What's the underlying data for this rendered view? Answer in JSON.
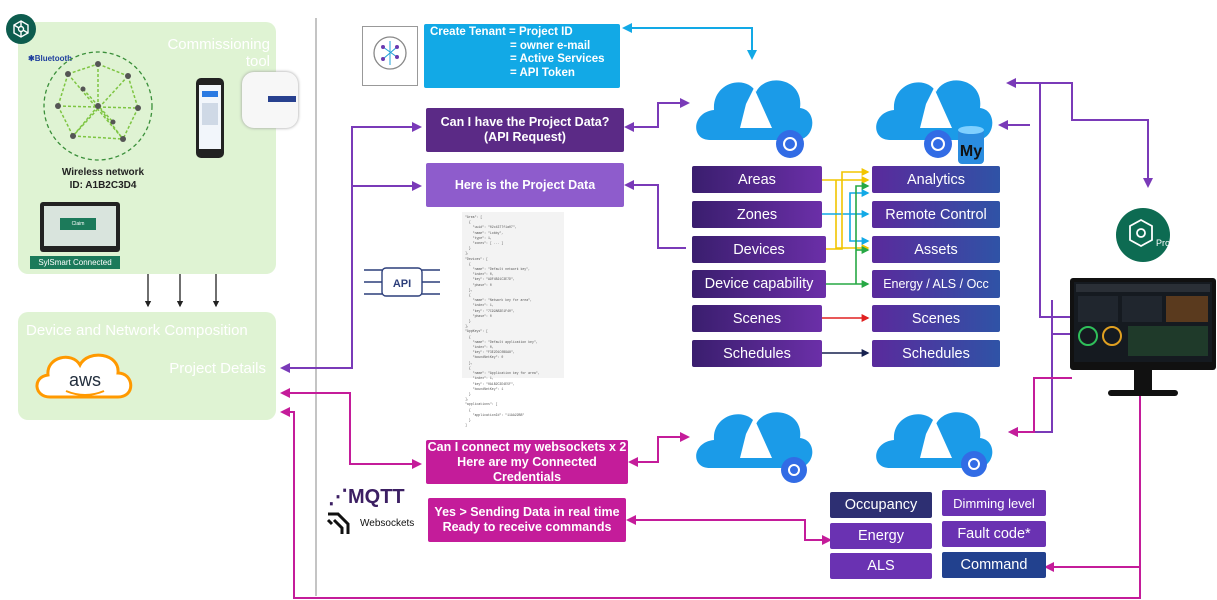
{
  "commissioning": {
    "title_line1": "Commissioning",
    "title_line2": "tool",
    "bluetooth": "Bluetooth",
    "network_line1": "Wireless network",
    "network_line2": "ID: A1B2C3D4",
    "laptop_button": "Claim",
    "connected_label": "SylSmart Connected"
  },
  "composition": {
    "title": "Device and Network Composition",
    "details": "Project Details",
    "aws_label": "aws"
  },
  "tenant": {
    "lines": [
      "Create Tenant = Project ID",
      "= owner e-mail",
      "= Active Services",
      "= API Token"
    ]
  },
  "requests": {
    "ask_project": [
      "Can I have the Project Data?",
      "(API Request)"
    ],
    "here_project": "Here is the Project Data",
    "ws_request": [
      "Can I connect my websockets x 2",
      "Here are my Connected Credentials"
    ],
    "ws_reply": [
      "Yes > Sending Data in real time",
      "Ready to receive commands"
    ]
  },
  "logos": {
    "api": "API",
    "mqtt": "MQTT",
    "websockets": "Websockets",
    "my": "My",
    "pro": "Pro"
  },
  "data_left": [
    "Areas",
    "Zones",
    "Devices",
    "Device capability",
    "Scenes",
    "Schedules"
  ],
  "data_right": [
    "Analytics",
    "Remote Control",
    "Assets",
    "Energy / ALS / Occ",
    "Scenes",
    "Schedules"
  ],
  "realtime_left": [
    "Occupancy",
    "Energy",
    "ALS"
  ],
  "realtime_right": [
    "Dimming level",
    "Fault code*",
    "Command"
  ],
  "json_snippet": "\"Area\": [\n  {\n    \"uuid\": \"02c4377f1a07\",\n    \"name\": \"Lobby\",\n    \"type\": 1,\n    \"zones\": [ ... ]\n  }\n],\n\"Devices\": [\n  {\n    \"name\": \"Default network key\",\n    \"index\": 0,\n    \"key\": \"A9F4B21C3E7D\",\n    \"phase\": 0\n  },\n  {\n    \"name\": \"Network key for area\",\n    \"index\": 1,\n    \"key\": \"7C92AB3E1F40\",\n    \"phase\": 0\n  }\n],\n\"AppKeys\": [\n  {\n    \"name\": \"Default application key\",\n    \"index\": 0,\n    \"key\": \"F3E2D1C0B9A8\",\n    \"boundNetKey\": 0\n  },\n  {\n    \"name\": \"Application key for area\",\n    \"index\": 1,\n    \"key\": \"0A1B2C3D4E5F\",\n    \"boundNetKey\": 1\n  }\n],\n\"applications\": [\n  {\n    \"applicationId\": \"11AA22BB\"\n  }\n]"
}
